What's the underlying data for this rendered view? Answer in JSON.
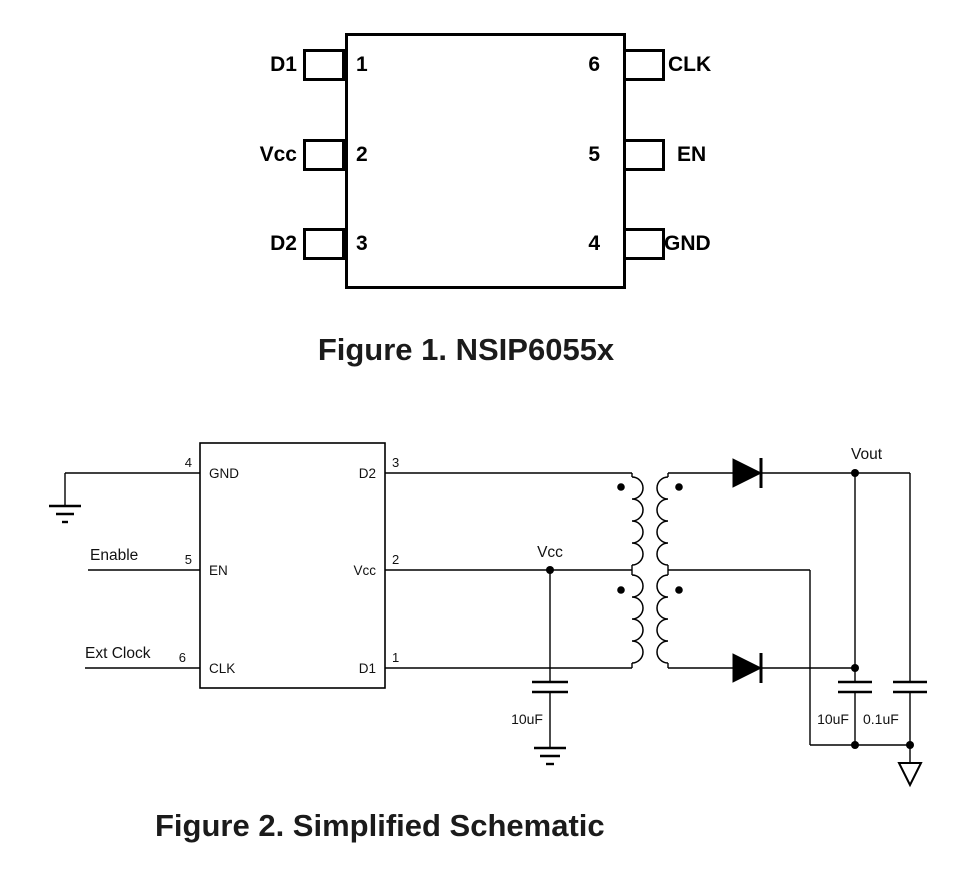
{
  "figure1": {
    "caption": "Figure 1. NSIP6055x",
    "left_pins": [
      {
        "label": "D1",
        "number": "1"
      },
      {
        "label": "Vcc",
        "number": "2"
      },
      {
        "label": "D2",
        "number": "3"
      }
    ],
    "right_pins": [
      {
        "label": "CLK",
        "number": "6"
      },
      {
        "label": "EN",
        "number": "5"
      },
      {
        "label": "GND",
        "number": "4"
      }
    ]
  },
  "figure2": {
    "caption": "Figure 2. Simplified Schematic",
    "ic": {
      "pins": {
        "gnd": {
          "label": "GND",
          "number": "4"
        },
        "en": {
          "label": "EN",
          "number": "5",
          "signal": "Enable"
        },
        "clk": {
          "label": "CLK",
          "number": "6",
          "signal": "Ext Clock"
        },
        "d2": {
          "label": "D2",
          "number": "3"
        },
        "vcc": {
          "label": "Vcc",
          "number": "2"
        },
        "d1": {
          "label": "D1",
          "number": "1"
        }
      }
    },
    "nets": {
      "vcc": "Vcc",
      "vout": "Vout"
    },
    "capacitors": {
      "vcc_cap": "10uF",
      "out_cap1": "10uF",
      "out_cap2": "0.1uF"
    }
  }
}
